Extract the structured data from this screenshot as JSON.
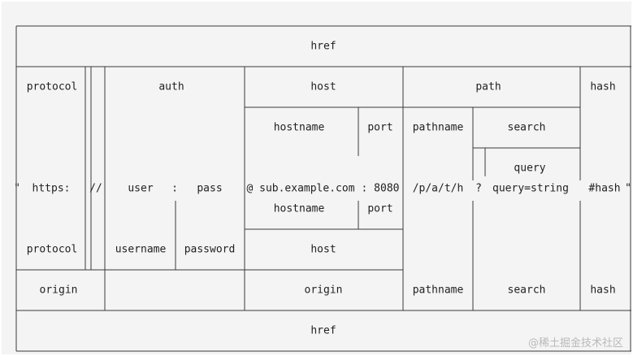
{
  "rows": {
    "top": [
      {
        "id": "href",
        "text": "href"
      }
    ],
    "second": [
      {
        "id": "protocol",
        "text": "protocol"
      },
      {
        "id": "auth",
        "text": "auth"
      },
      {
        "id": "host",
        "text": "host"
      },
      {
        "id": "path",
        "text": "path"
      },
      {
        "id": "hash",
        "text": "hash"
      }
    ],
    "third": [
      {
        "id": "hostname",
        "text": "hostname"
      },
      {
        "id": "port",
        "text": "port"
      },
      {
        "id": "pathname",
        "text": "pathname"
      },
      {
        "id": "search",
        "text": "search"
      }
    ],
    "fourth": [
      {
        "id": "query",
        "text": "query"
      }
    ],
    "url": [
      {
        "id": "open-quote",
        "text": "\""
      },
      {
        "id": "https",
        "text": "https:"
      },
      {
        "id": "slashes",
        "text": "//"
      },
      {
        "id": "user",
        "text": "user"
      },
      {
        "id": "colon",
        "text": ":"
      },
      {
        "id": "pass",
        "text": "pass"
      },
      {
        "id": "at-host",
        "text": "@ sub.example.com"
      },
      {
        "id": "port-value",
        "text": ": 8080"
      },
      {
        "id": "path-value",
        "text": "/p/a/t/h"
      },
      {
        "id": "question-mark",
        "text": "?"
      },
      {
        "id": "query-value",
        "text": "query=string"
      },
      {
        "id": "hash-value",
        "text": "#hash"
      },
      {
        "id": "close-quote",
        "text": "\""
      }
    ],
    "sixth": [
      {
        "id": "hostname-lower",
        "text": "hostname"
      },
      {
        "id": "port-lower",
        "text": "port"
      }
    ],
    "seventh": [
      {
        "id": "protocol-lower",
        "text": "protocol"
      },
      {
        "id": "username",
        "text": "username"
      },
      {
        "id": "password",
        "text": "password"
      },
      {
        "id": "host-lower",
        "text": "host"
      }
    ],
    "eighth": [
      {
        "id": "origin-left",
        "text": "origin"
      },
      {
        "id": "origin-main",
        "text": "origin"
      },
      {
        "id": "pathname-lower",
        "text": "pathname"
      },
      {
        "id": "search-lower",
        "text": "search"
      },
      {
        "id": "hash-lower",
        "text": "hash"
      }
    ],
    "bottom": [
      {
        "id": "href-bottom",
        "text": "href"
      }
    ]
  },
  "watermark": "@稀土掘金技术社区"
}
